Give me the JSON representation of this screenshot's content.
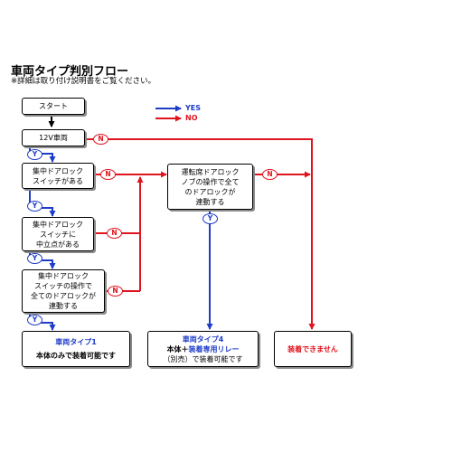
{
  "header": {
    "title": "車両タイプ判別フロー",
    "note": "※詳細は取り付け説明書をご覧ください。"
  },
  "legend": {
    "yes": "YES",
    "no": "NO"
  },
  "colors": {
    "yes": "#1e3cc8",
    "no": "#e0141e",
    "border": "#000000",
    "shadow": "#8a8a8a"
  },
  "badges": {
    "yes": "Y",
    "no": "N"
  },
  "nodes": {
    "start": [
      "スタート"
    ],
    "v12": [
      "12V車両"
    ],
    "central_switch": [
      "集中ドアロック",
      "スイッチがある"
    ],
    "neutral": [
      "集中ドアロック",
      "スイッチに",
      "中立点がある"
    ],
    "switch_all": [
      "集中ドアロック",
      "スイッチの操作で",
      "全てのドアロックが",
      "連動する"
    ],
    "driver_knob": [
      "運転席ドアロック",
      "ノブの操作で全て",
      "のドアロックが",
      "連動する"
    ],
    "type1": {
      "title": "車両タイプ1",
      "body": "本体のみで装着可能です"
    },
    "type4": {
      "title": "車両タイプ4",
      "body_prefix": "本体＋",
      "body_highlight": "装着専用リレー",
      "body_suffix": "（別売）で装着可能です"
    },
    "cannot": "装着できません"
  }
}
